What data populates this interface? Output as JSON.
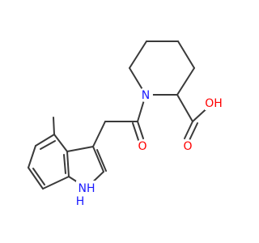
{
  "molecule": {
    "labels": {
      "nitrogen_ring": "N",
      "carboxyl_hydroxyl": "OH",
      "carboxyl_oxygen": "O",
      "carbonyl_oxygen": "O",
      "indole_nh": "NH",
      "indole_h": "H"
    },
    "colors": {
      "bond": "#3a3a3a",
      "nitrogen": "#1a1aff",
      "oxygen": "#ff0000"
    }
  }
}
